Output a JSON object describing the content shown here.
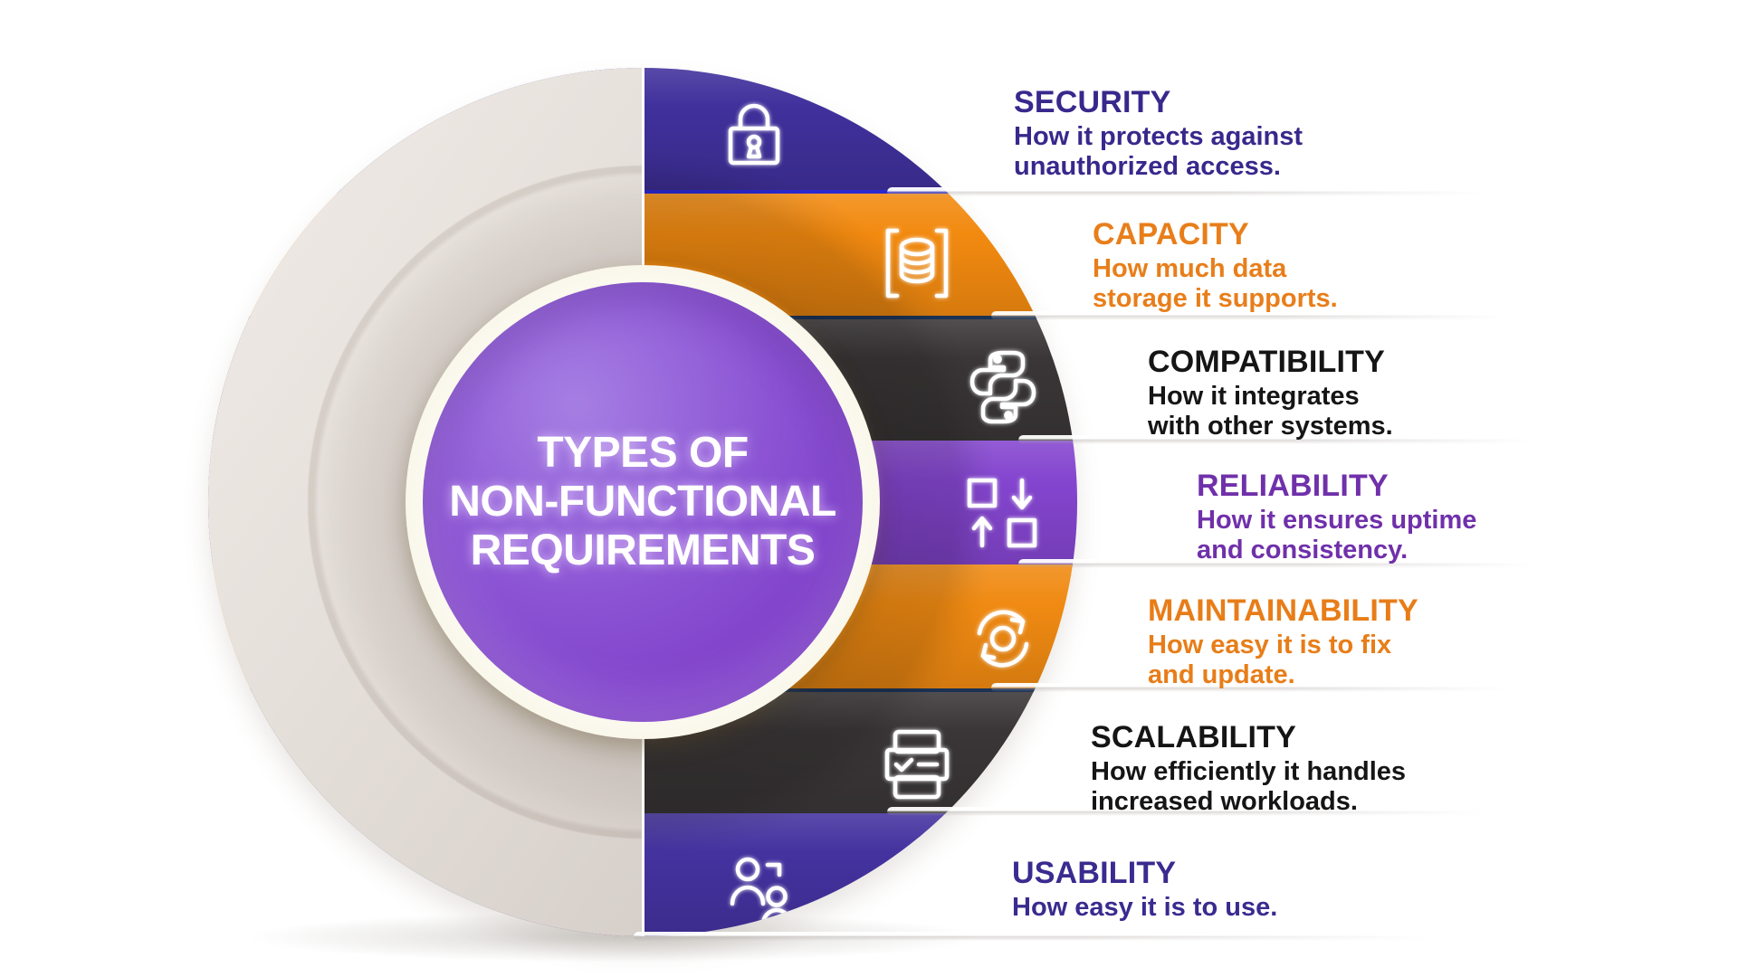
{
  "title": {
    "lines": [
      "TYPES OF",
      "NON-FUNCTIONAL",
      "REQUIREMENTS"
    ]
  },
  "segments": [
    {
      "name": "SECURITY",
      "desc_lines": [
        "How it protects against",
        "unauthorized access."
      ],
      "icon": "lock-icon",
      "band_color": "#40309c",
      "text_color": "#38288c"
    },
    {
      "name": "CAPACITY",
      "desc_lines": [
        "How much data",
        "storage it supports."
      ],
      "icon": "database-icon",
      "band_color": "#f28a10",
      "text_color": "#e87e1a"
    },
    {
      "name": "COMPATIBILITY",
      "desc_lines": [
        "How it integrates",
        "with other systems."
      ],
      "icon": "python-icon",
      "band_color": "#3a3637",
      "text_color": "#151515"
    },
    {
      "name": "RELIABILITY",
      "desc_lines": [
        "How it ensures uptime",
        "and consistency."
      ],
      "icon": "swap-icon",
      "band_color": "#8445cf",
      "text_color": "#7030aa"
    },
    {
      "name": "MAINTAINABILITY",
      "desc_lines": [
        "How easy it is to fix",
        "and update."
      ],
      "icon": "sync-icon",
      "band_color": "#f08a12",
      "text_color": "#e87d18"
    },
    {
      "name": "SCALABILITY",
      "desc_lines": [
        "How efficiently it handles",
        "increased workloads."
      ],
      "icon": "server-icon",
      "band_color": "#3a3637",
      "text_color": "#151515"
    },
    {
      "name": "USABILITY",
      "desc_lines": [
        "How easy it is to use."
      ],
      "icon": "users-icon",
      "band_color": "#44329f",
      "text_color": "#392b8f"
    }
  ],
  "colors": {
    "background": "#ffffff",
    "center_purple": "#7c3cc8",
    "ring_cream": "#fffef9",
    "crescent_beige": "#e2dcd6",
    "indigo_band": "#40309c",
    "orange_band": "#f28a10",
    "dark_band": "#3a3637",
    "violet_band": "#8445cf",
    "security_accent_line": "#2b28d0"
  }
}
